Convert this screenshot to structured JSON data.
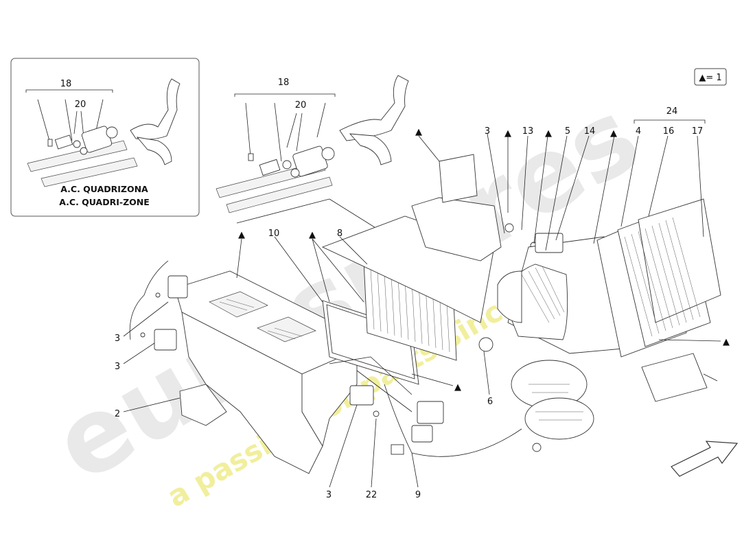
{
  "legend": {
    "text": "▲= 1"
  },
  "inset": {
    "title_line1": "A.C. QUADRIZONA",
    "title_line2": "A.C. QUADRI-ZONE",
    "ref_18": "18",
    "ref_20": "20"
  },
  "callouts": {
    "main_18": "18",
    "main_20": "20",
    "c24": "24",
    "c3_top": "3",
    "c13": "13",
    "c5": "5",
    "c14": "14",
    "c4": "4",
    "c16": "16",
    "c17": "17",
    "c10": "10",
    "c8": "8",
    "c3_left1": "3",
    "c3_left2": "3",
    "c2": "2",
    "c6": "6",
    "c3_bottom": "3",
    "c22": "22",
    "c9": "9"
  },
  "markers": {
    "triangle": "▲"
  },
  "watermark": {
    "brand": "eurospares",
    "tagline": "a passion for parts since 1985"
  }
}
